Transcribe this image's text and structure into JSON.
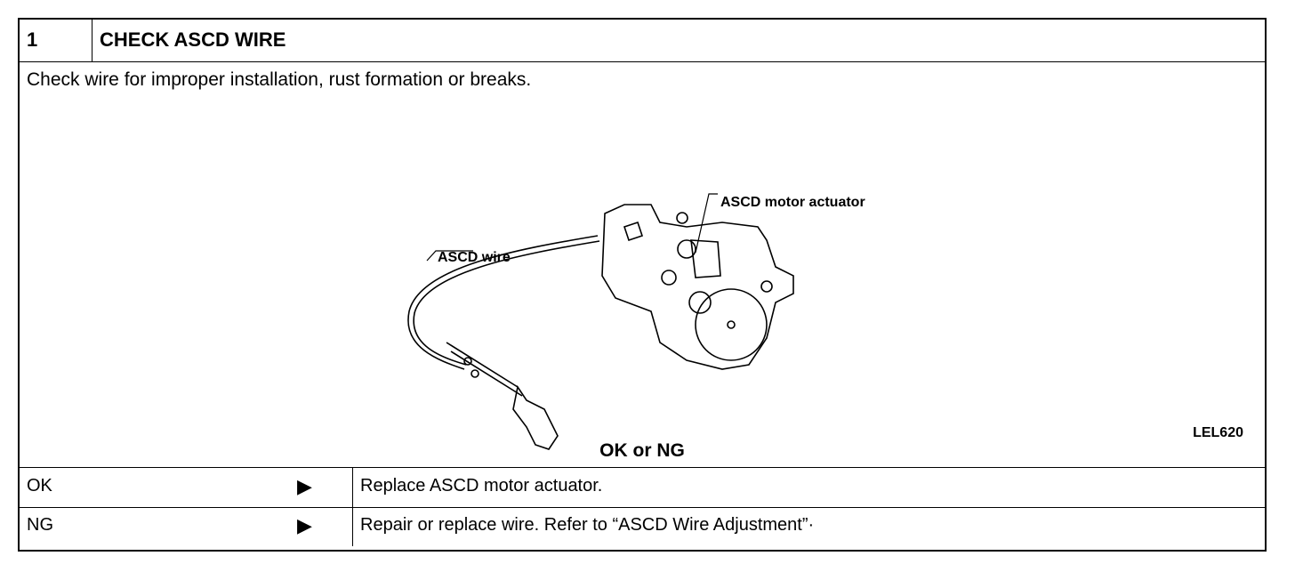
{
  "header": {
    "step": "1",
    "title": "CHECK ASCD WIRE"
  },
  "instruction": "Check wire for improper installation, rust formation or breaks.",
  "figure": {
    "labels": {
      "wire": "ASCD wire",
      "actuator": "ASCD motor actuator"
    },
    "code": "LEL620"
  },
  "question": "OK or NG",
  "results": [
    {
      "key": "OK",
      "action": "Replace ASCD motor actuator."
    },
    {
      "key": "NG",
      "action": "Repair or replace wire. Refer to “ASCD Wire Adjustment”·"
    }
  ],
  "icons": {
    "arrow": "right-triangle-arrow-icon"
  }
}
